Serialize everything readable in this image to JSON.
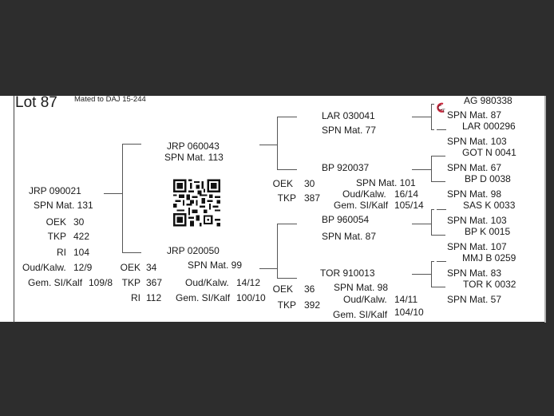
{
  "header": {
    "lot": "Lot 87",
    "mated_to": "Mated to DAJ 15-244"
  },
  "subject": {
    "name": "JRP 090021",
    "spn": "SPN Mat. 131",
    "oek_label": "OEK",
    "oek": "30",
    "tkp_label": "TKP",
    "tkp": "422",
    "ri_label": "RI",
    "ri": "104",
    "oud_label": "Oud/Kalw.",
    "oud": "12/9",
    "gem_label": "Gem. SI/Kalf",
    "gem": "109/8"
  },
  "sire": {
    "name": "JRP 060043",
    "spn": "SPN Mat. 113"
  },
  "dam": {
    "name": "JRP 020050",
    "spn": "SPN Mat. 99",
    "oek_label": "OEK",
    "oek": "34",
    "tkp_label": "TKP",
    "tkp": "367",
    "ri_label": "RI",
    "ri": "112",
    "oud_label": "Oud/Kalw.",
    "oud": "14/12",
    "gem_label": "Gem. SI/Kalf",
    "gem": "100/10"
  },
  "gen2": {
    "sire_sire": {
      "name": "LAR 030041",
      "spn": "SPN Mat. 77"
    },
    "sire_dam": {
      "name": "BP  920037",
      "spn": "SPN Mat. 101",
      "oek_label": "OEK",
      "oek": "30",
      "tkp_label": "TKP",
      "tkp": "387",
      "oud_label": "Oud/Kalw.",
      "oud": "16/14",
      "gem_label": "Gem. SI/Kalf",
      "gem": "105/14"
    },
    "dam_sire": {
      "name": "BP  960054",
      "spn": "SPN Mat. 87"
    },
    "dam_dam": {
      "name": "TOR 910013",
      "spn": "SPN Mat. 98",
      "oek_label": "OEK",
      "oek": "36",
      "tkp_label": "TKP",
      "tkp": "392",
      "oud_label": "Oud/Kalw.",
      "oud": "14/11",
      "gem_label": "Gem. SI/Kalf",
      "gem": "104/10"
    }
  },
  "gen3": [
    {
      "name": "AG  980338",
      "spn": "SPN Mat. 87"
    },
    {
      "name": "LAR 000296",
      "spn": "SPN Mat. 103"
    },
    {
      "name": "GOT N 0041",
      "spn": "SPN Mat. 67"
    },
    {
      "name": "BP  D 0038",
      "spn": "SPN Mat. 98"
    },
    {
      "name": "SAS K 0033",
      "spn": "SPN Mat. 103"
    },
    {
      "name": "BP  K 0015",
      "spn": "SPN Mat. 107"
    },
    {
      "name": "MMJ B 0259",
      "spn": "SPN Mat. 83"
    },
    {
      "name": "TOR K 0032",
      "spn": "SPN Mat. 57"
    }
  ],
  "icons": {
    "qr": "qr-code",
    "logo": "breeder-logo"
  },
  "colors": {
    "background": "#2d2d2d",
    "sheet": "#ffffff",
    "text": "#1a1a1a",
    "logo": "#c8283c"
  }
}
